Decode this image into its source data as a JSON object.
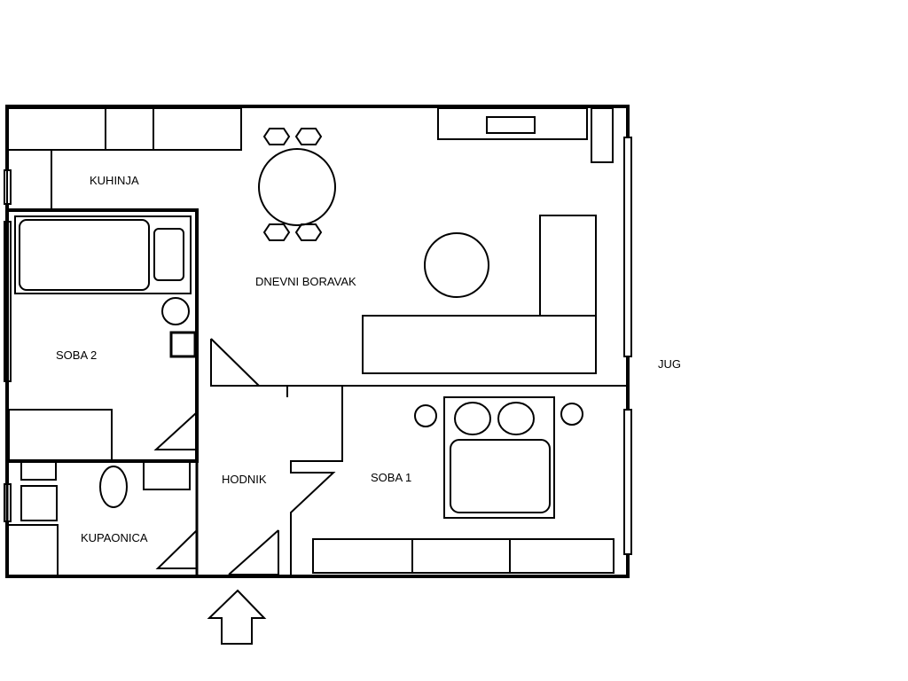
{
  "floor_plan": {
    "rooms": {
      "kitchen": "KUHINJA",
      "living_room": "DNEVNI BORAVAK",
      "bedroom_2": "SOBA 2",
      "hallway": "HODNIK",
      "bedroom_1": "SOBA 1",
      "bathroom": "KUPAONICA"
    },
    "compass_label": "JUG"
  }
}
